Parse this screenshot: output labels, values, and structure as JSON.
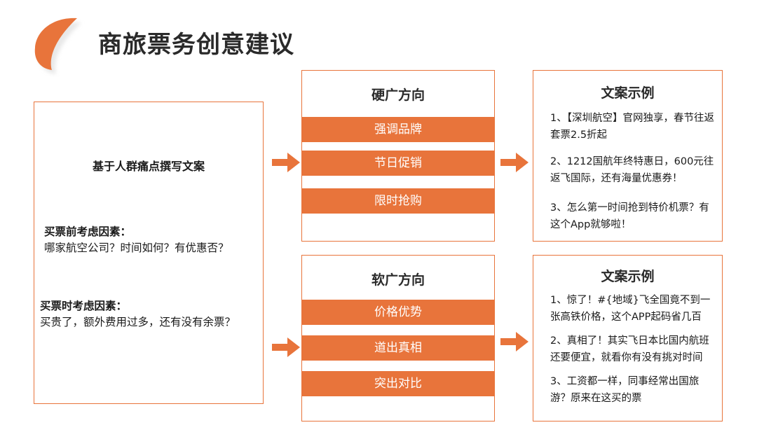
{
  "slide": {
    "title": "商旅票务创意建议"
  },
  "left_panel": {
    "heading": "基于人群痛点撰写文案",
    "before_label": "买票前考虑因素：",
    "before_text": "哪家航空公司？时间如何？有优惠否？",
    "during_label": "买票时考虑因素：",
    "during_text": "买贵了，额外费用过多，还有没有余票？"
  },
  "hard_ad": {
    "title": "硬广方向",
    "items": [
      "强调品牌",
      "节日促销",
      "限时抢购"
    ]
  },
  "soft_ad": {
    "title": "软广方向",
    "items": [
      "价格优势",
      "道出真相",
      "突出对比"
    ]
  },
  "examples_top": {
    "title": "文案示例",
    "items": [
      "1、【深圳航空】官网独享，春节往返套票2.5折起",
      "2、1212国航年终特惠日，600元往返飞国际，还有海量优惠券！",
      "3、怎么第一时间抢到特价机票？有这个App就够啦！"
    ]
  },
  "examples_bottom": {
    "title": "文案示例",
    "items": [
      "1、惊了！#{地域}飞全国竟不到一张高铁价格，这个APP起码省几百",
      "2、真相了！其实飞日本比国内航班还要便宜，就看你有没有挑对时间",
      "3、工资都一样，同事经常出国旅游？原来在这买的票"
    ]
  },
  "colors": {
    "accent": "#e8743b",
    "text": "#1a1a1a"
  }
}
